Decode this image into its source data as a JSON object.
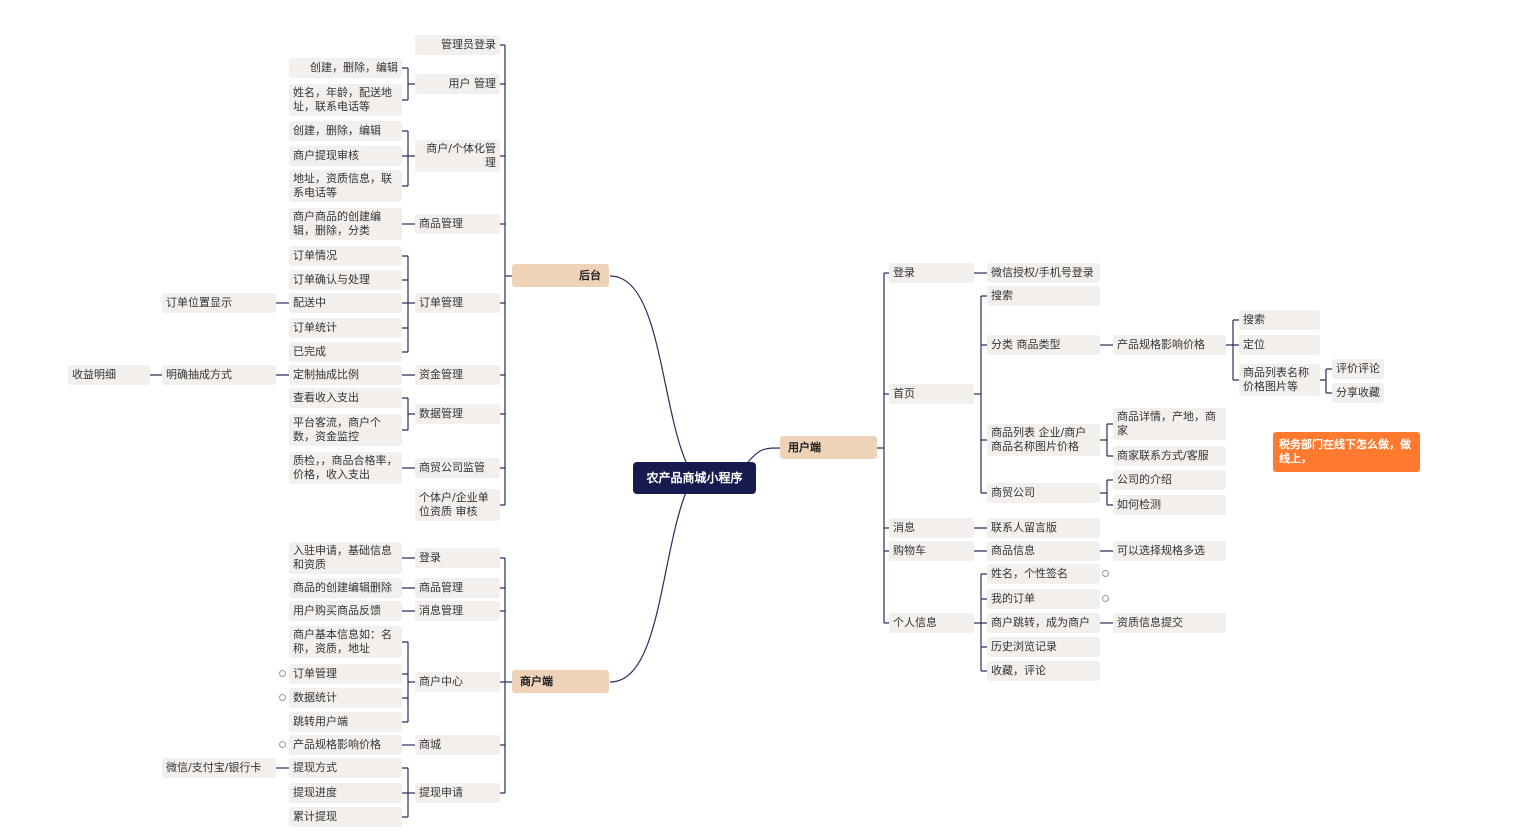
{
  "root": "农产品商城小程序",
  "houtai": {
    "label": "后台",
    "admin_login": "管理员登录",
    "user_mgmt": "用户 管理",
    "user_create": "创建，删除，编辑",
    "user_info": "姓名，年龄，配送地址，联系电话等",
    "merchant_mgmt": "商户/个体化管理",
    "merchant_create": "创建，删除，编辑",
    "merchant_withdraw": "商户提现审核",
    "merchant_info": "地址，资质信息，联系电话等",
    "goods_mgmt": "商品管理",
    "goods_detail": "商户商品的创建编辑，删除，分类",
    "order_mgmt": "订单管理",
    "order_status": "订单情况",
    "order_confirm": "订单确认与处理",
    "order_delivering": "配送中",
    "order_location": "订单位置显示",
    "order_stats": "订单统计",
    "order_done": "已完成",
    "fund_mgmt": "资金管理",
    "fund_ratio": "定制抽成比例",
    "fund_method": "明确抽成方式",
    "fund_detail": "收益明细",
    "data_mgmt": "数据管理",
    "data_income": "查看收入支出",
    "data_flow": "平台客流，商户个数，资金监控",
    "trade_mgmt": "商贸公司监管",
    "trade_quality": "质检，，商品合格率，价格，收入支出",
    "qualification": "个体户/企业单位资质 审核"
  },
  "shanghu": {
    "label": "商户端",
    "login": "登录",
    "login_detail": "入驻申请，基础信息和资质",
    "goods": "商品管理",
    "goods_detail": "商品的创建编辑删除",
    "msg": "消息管理",
    "msg_detail": "用户购买商品反馈",
    "center": "商户中心",
    "center_info": "商户基本信息如：名称，资质，地址",
    "center_order": "订单管理",
    "center_stats": "数据统计",
    "center_jump": "跳转用户端",
    "mall": "商城",
    "mall_spec": "产品规格影响价格",
    "withdraw": "提现申请",
    "withdraw_method": "提现方式",
    "withdraw_channels": "微信/支付宝/银行卡",
    "withdraw_progress": "提现进度",
    "withdraw_total": "累计提现"
  },
  "yonghu": {
    "label": "用户端",
    "login": "登录",
    "login_detail": "微信授权/手机号登录",
    "home": "首页",
    "home_search": "搜索",
    "home_category": "分类 商品类型",
    "home_spec": "产品规格影响价格",
    "spec_search": "搜索",
    "spec_locate": "定位",
    "spec_list": "商品列表名称价格图片等",
    "spec_review": "评价评论",
    "spec_share": "分享收藏",
    "home_list": "商品列表 企业/商户商品名称图片价格",
    "list_detail": "商品详情，产地，商家",
    "list_contact": "商家联系方式/客服",
    "home_trade": "商贸公司",
    "trade_intro": "公司的介绍",
    "trade_check": "如何检测",
    "msg": "消息",
    "msg_detail": "联系人留言版",
    "cart": "购物车",
    "cart_goods": "商品信息",
    "cart_spec": "可以选择规格多选",
    "profile": "个人信息",
    "profile_name": "姓名，个性签名",
    "profile_orders": "我的订单",
    "profile_merchant": "商户跳转，成为商户",
    "profile_submit": "资质信息提交",
    "profile_history": "历史浏览记录",
    "profile_fav": "收藏，评论"
  },
  "note": "税务部门在线下怎么做，做线上，",
  "colors": {
    "root": "#171a4f",
    "main": "#eed3b9",
    "node": "#f3efec",
    "note": "#ff7a2e",
    "line": "#2a2d5c"
  }
}
